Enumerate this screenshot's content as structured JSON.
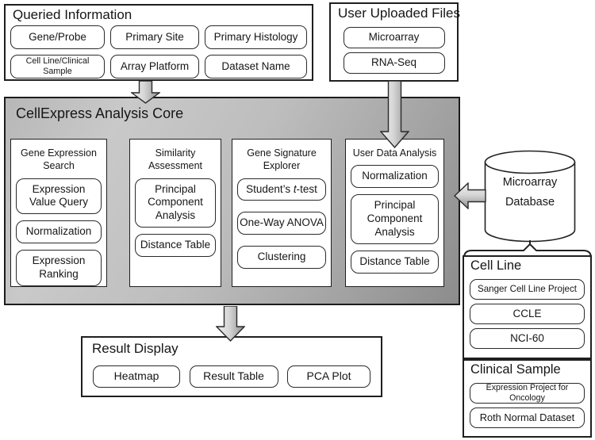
{
  "figure": {
    "queried_information": {
      "title": "Queried Information",
      "items": [
        "Gene/Probe",
        "Primary Site",
        "Primary Histology",
        "Cell Line/Clinical Sample",
        "Array Platform",
        "Dataset Name"
      ]
    },
    "user_uploaded_files": {
      "title": "User Uploaded Files",
      "items": [
        "Microarray",
        "RNA-Seq"
      ]
    },
    "core": {
      "title": "CellExpress Analysis Core",
      "columns": [
        {
          "header": "Gene Expression Search",
          "items": [
            "Expression Value Query",
            "Normalization",
            "Expression Ranking"
          ]
        },
        {
          "header": "Similarity Assessment",
          "items": [
            "Principal Component Analysis",
            "Distance Table"
          ]
        },
        {
          "header": "Gene Signature Explorer",
          "ttest": {
            "pre": "Student’s ",
            "italic": "t",
            "post": "-test"
          },
          "items": [
            "One-Way ANOVA",
            "Clustering"
          ]
        },
        {
          "header": "User Data Analysis",
          "items": [
            "Normalization",
            "Principal Component Analysis",
            "Distance Table"
          ]
        }
      ]
    },
    "database": {
      "line1": "Microarray",
      "line2": "Database"
    },
    "cell_line": {
      "title": "Cell Line",
      "items": [
        "Sanger Cell Line Project",
        "CCLE",
        "NCI-60"
      ]
    },
    "clinical_sample": {
      "title": "Clinical Sample",
      "items": [
        "Expression Project for Oncology",
        "Roth Normal Dataset"
      ]
    },
    "result_display": {
      "title": "Result Display",
      "items": [
        "Heatmap",
        "Result Table",
        "PCA Plot"
      ]
    },
    "colors": {
      "border": "#1f1f1f",
      "core_gradient_light": "#c9c9c9",
      "core_gradient_dark": "#8c8c8c",
      "arrow_light": "#f0f0f0",
      "arrow_dark": "#8f8f8f"
    }
  }
}
